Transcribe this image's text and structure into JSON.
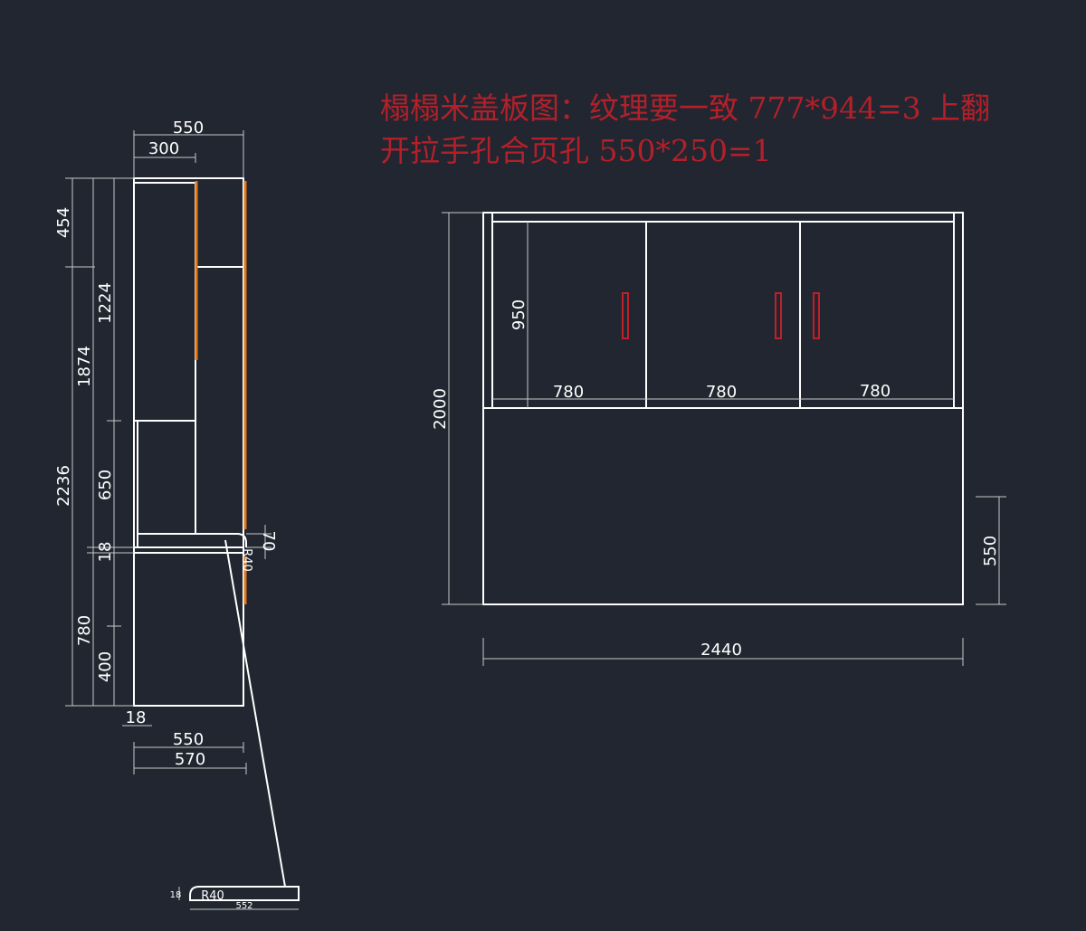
{
  "note": {
    "line1": "榻榻米盖板图：纹理要一致 777*944=3  上翻",
    "line2": "开拉手孔合页孔  550*250=1",
    "color": "#b3202a"
  },
  "side_view": {
    "width_top": "550",
    "width_inner": "300",
    "h_454": "454",
    "h_1224": "1224",
    "h_1874": "1874",
    "h_2236": "2236",
    "h_650": "650",
    "h_18": "18",
    "h_780": "780",
    "h_400": "400",
    "h_70": "70",
    "radius_small": "R40",
    "bottom_18": "18",
    "bottom_550": "550",
    "bottom_570": "570"
  },
  "detail": {
    "radius": "R40",
    "length": "552",
    "thickness": "18"
  },
  "front_view": {
    "height_total": "2000",
    "height_950": "950",
    "panel_width_1": "780",
    "panel_width_2": "780",
    "panel_width_3": "780",
    "width_total": "2440",
    "height_550": "550"
  },
  "colors": {
    "background": "#212630",
    "lines": "#ffffff",
    "edge_highlight": "#e0781e",
    "handle": "#c0202a"
  }
}
